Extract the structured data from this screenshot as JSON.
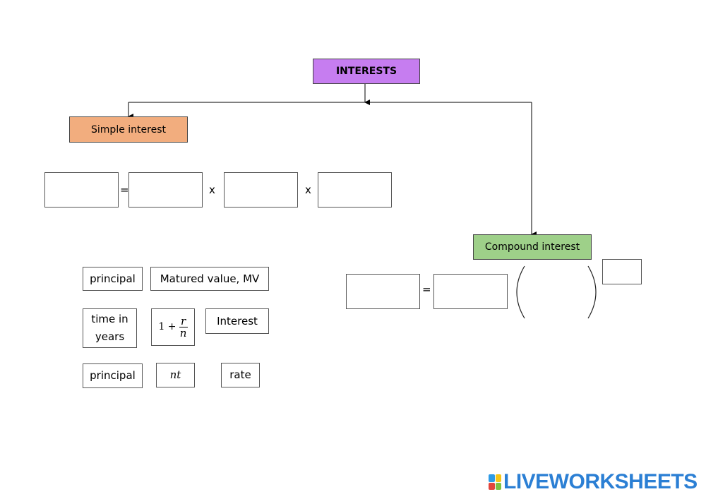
{
  "diagram": {
    "title": "INTERESTS",
    "branches": {
      "simple": "Simple interest",
      "compound": "Compound interest"
    },
    "simple_formula": {
      "operators": [
        "=",
        "x",
        "x"
      ]
    },
    "compound_formula": {
      "operators": [
        "="
      ]
    },
    "colors": {
      "title": "#c67df0",
      "simple": "#f2ad7e",
      "compound": "#9ed089"
    }
  },
  "tiles": {
    "principal_1": "principal",
    "matured_value": "Matured value, MV",
    "time_in_years_line1": "time in",
    "time_in_years_line2": "years",
    "one_plus": "1 +",
    "frac_num": "r",
    "frac_den": "n",
    "interest": "Interest",
    "principal_2": "principal",
    "nt": "nt",
    "rate": "rate"
  },
  "brand": {
    "name": "LIVEWORKSHEETS",
    "logo_colors": [
      "#2e9be6",
      "#f5c518",
      "#e2453c",
      "#7cc242"
    ]
  }
}
